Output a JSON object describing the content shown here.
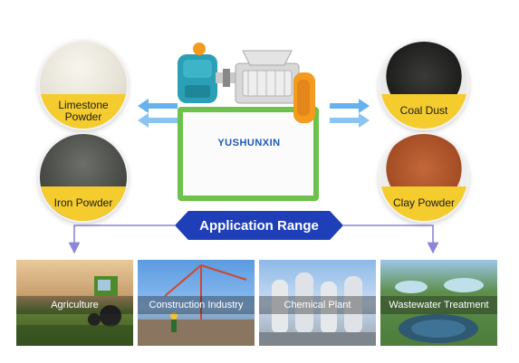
{
  "materials": {
    "limestone": "Limestone Powder",
    "coal": "Coal Dust",
    "iron": "Iron Powder",
    "clay": "Clay Powder"
  },
  "machine": {
    "brand": "YUSHUNXIN"
  },
  "banner": {
    "title": "Application Range"
  },
  "applications": [
    {
      "label": "Agriculture"
    },
    {
      "label": "Construction Industry"
    },
    {
      "label": "Chemical Plant"
    },
    {
      "label": "Wastewater Treatment"
    }
  ],
  "colors": {
    "accent_yellow": "#f5cc2e",
    "banner_blue": "#1e3fb8",
    "machine_green": "#6cc24a",
    "machine_teal": "#2a9fb5",
    "roller_orange": "#f39a1f",
    "arrow_blue": "#49a4ec",
    "connector_purple": "#8a86d8"
  }
}
